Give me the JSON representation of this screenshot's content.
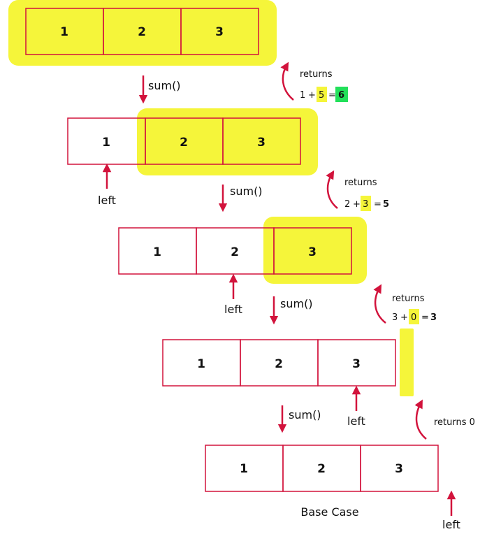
{
  "colors": {
    "highlight": "#f5f53a",
    "green": "#22e05a",
    "box": "#d2133c",
    "arrow": "#d2133c"
  },
  "cells": [
    "1",
    "2",
    "3"
  ],
  "call_label": "sum()",
  "left_label": "left",
  "base_case_label": "Base Case",
  "returns": [
    {
      "title": "returns",
      "a": "1",
      "plus": "+",
      "b": "5",
      "eq": "=",
      "result": "6"
    },
    {
      "title": "returns",
      "a": "2",
      "plus": "+",
      "b": "3",
      "eq": "=",
      "result": "5"
    },
    {
      "title": "returns",
      "a": "3",
      "plus": "+",
      "b": "0",
      "eq": "=",
      "result": "3"
    }
  ],
  "returns_base": "returns 0"
}
